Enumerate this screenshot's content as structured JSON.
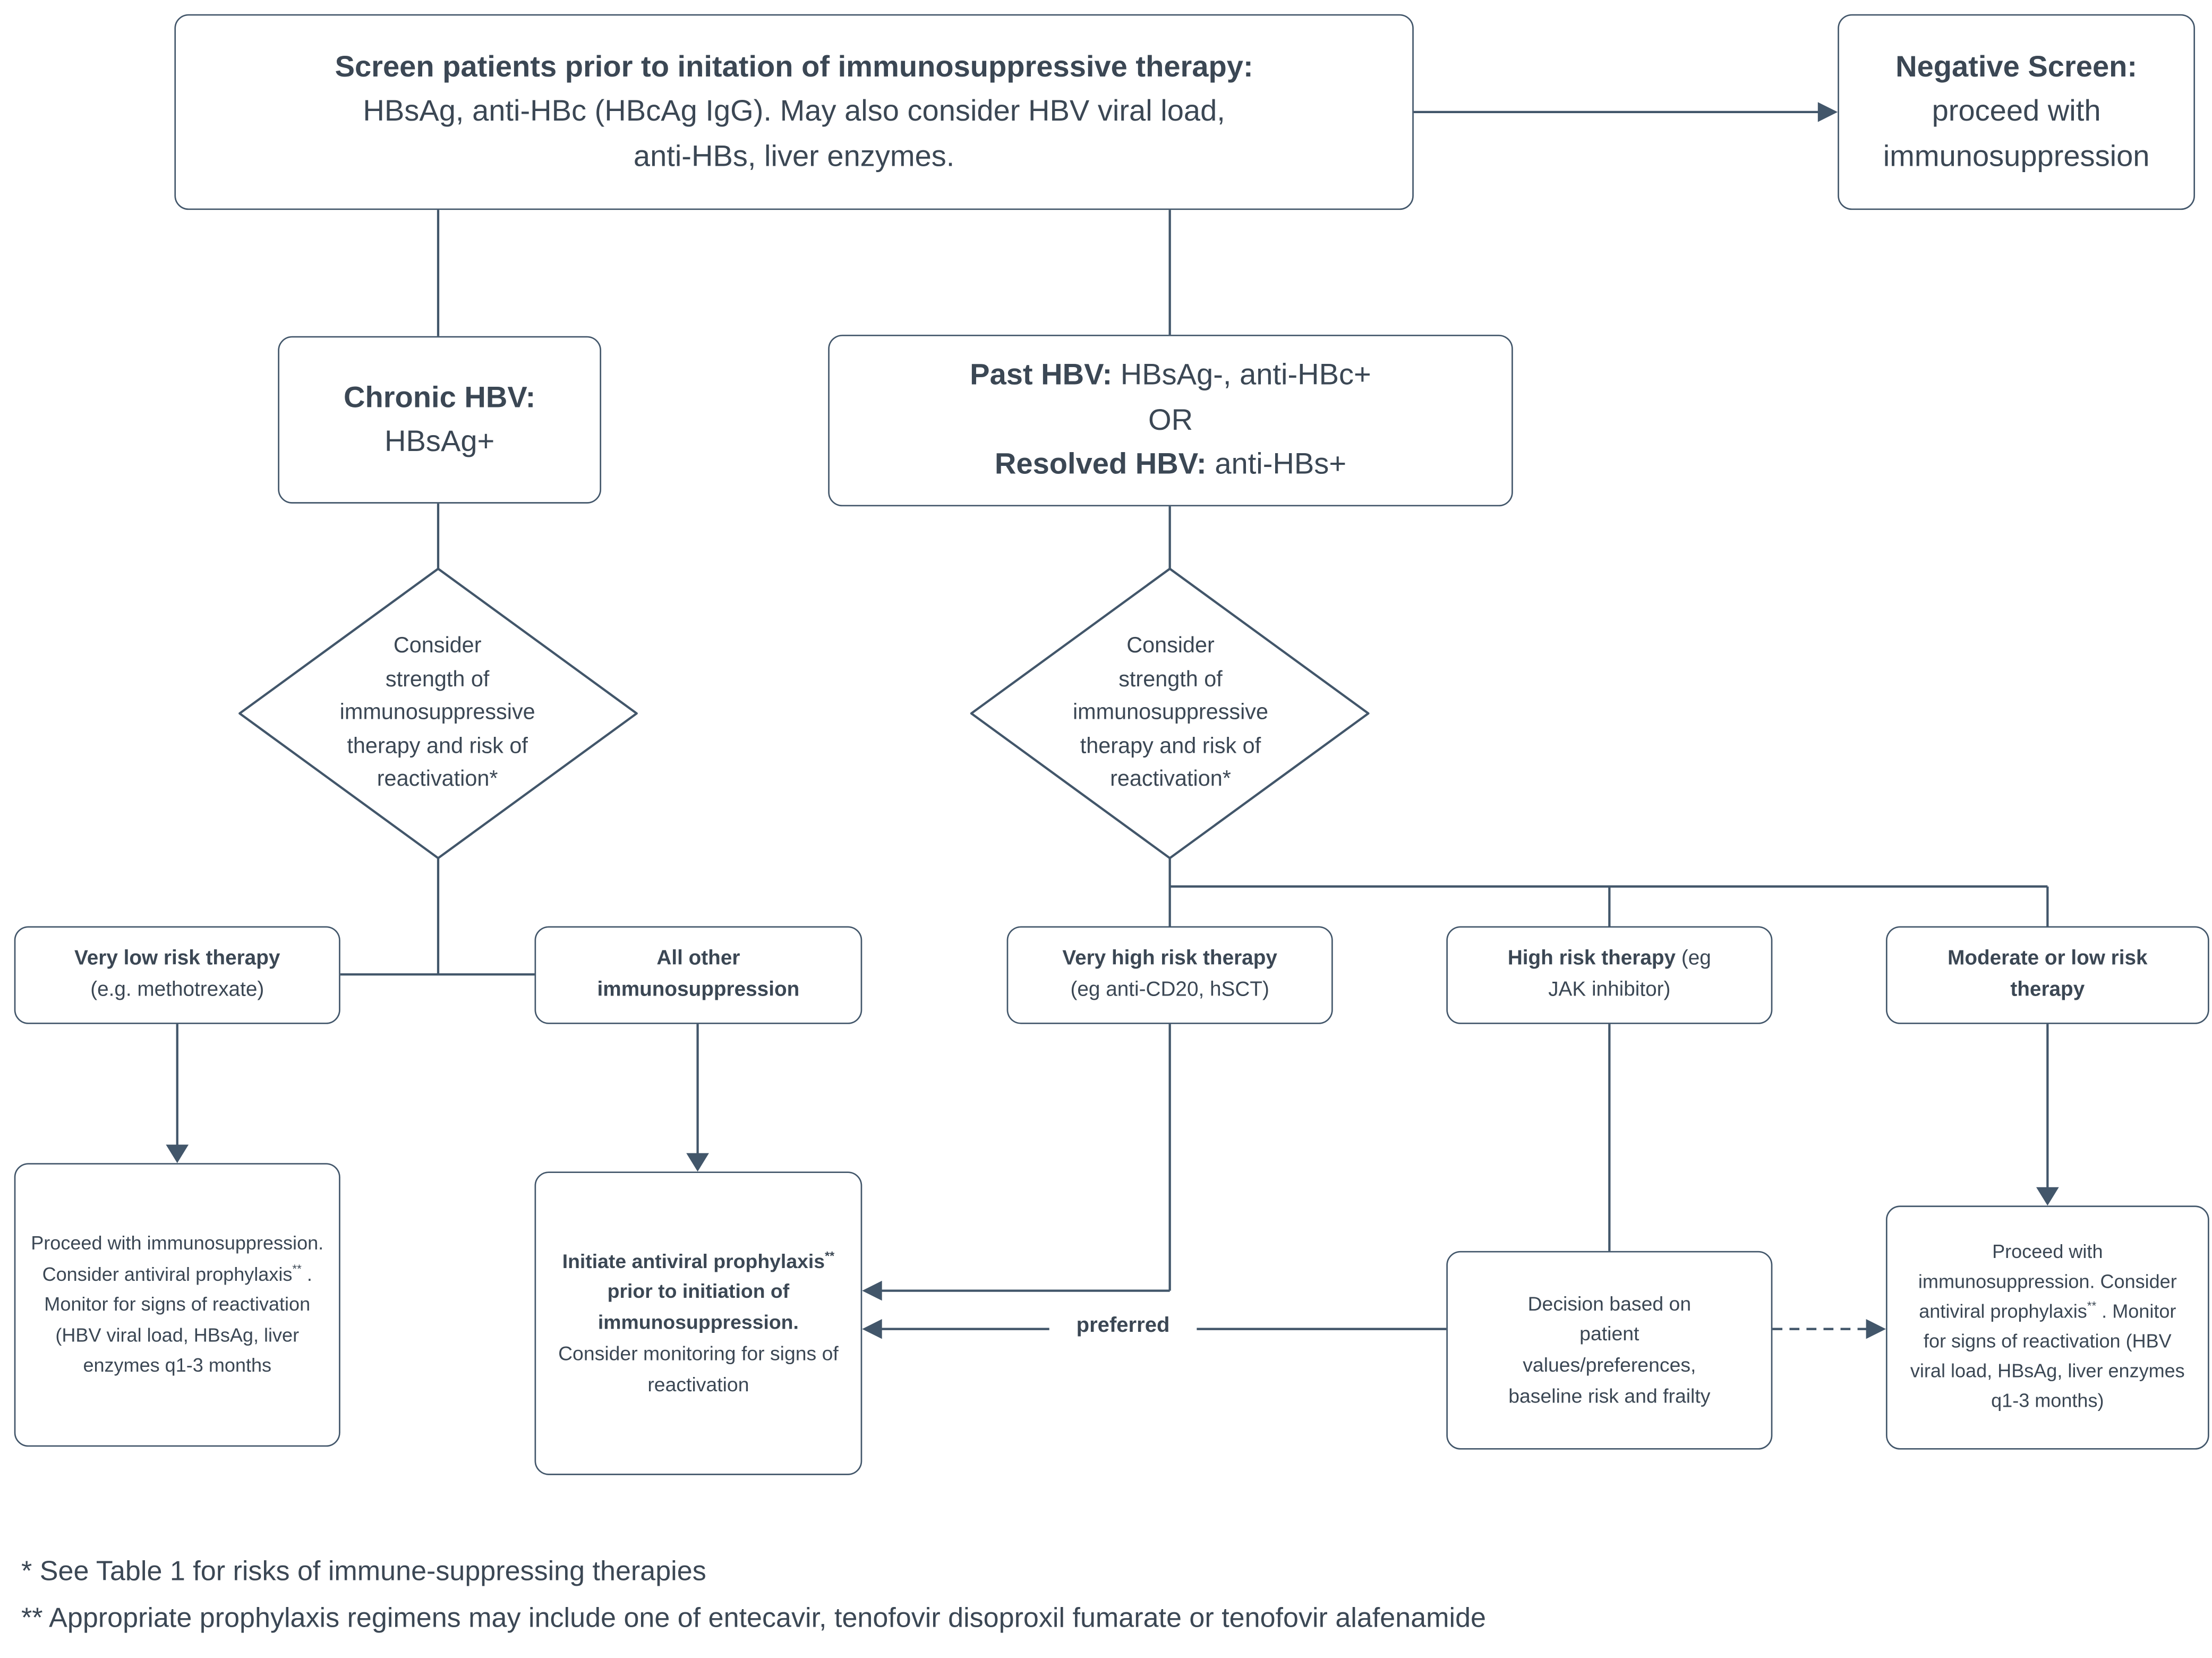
{
  "flowchart": {
    "colors": {
      "line": "#42566a",
      "text": "#3b4754",
      "background": "#ffffff"
    },
    "screen_box": {
      "title": "Screen patients prior to initation of immunosuppressive therapy:",
      "lines": [
        "HBsAg, anti-HBc (HBcAg IgG). May also consider HBV viral load,",
        "anti-HBs, liver enzymes."
      ]
    },
    "negative_box": {
      "title": "Negative Screen:",
      "lines": [
        "proceed with",
        "immunosuppression"
      ]
    },
    "chronic_box": {
      "title": "Chronic HBV:",
      "value": "HBsAg+"
    },
    "past_box": {
      "line1_bold": "Past HBV:",
      "line1_rest": " HBsAg-, anti-HBc+",
      "line2": "OR",
      "line3_bold": "Resolved HBV:",
      "line3_rest": " anti-HBs+"
    },
    "diamond_left": {
      "lines": [
        "Consider",
        "strength of",
        "immunosuppressive",
        "therapy and risk of",
        "reactivation*"
      ]
    },
    "diamond_right": {
      "lines": [
        "Consider",
        "strength of",
        "immunosuppressive",
        "therapy and risk of",
        "reactivation*"
      ]
    },
    "very_low_box": {
      "bold": "Very low risk therapy",
      "normal": "(e.g. methotrexate)"
    },
    "all_other_box": {
      "lines": [
        "All other",
        "immunosuppression"
      ]
    },
    "very_high_box": {
      "bold": "Very high risk therapy",
      "normal": "(eg anti-CD20, hSCT)"
    },
    "high_box": {
      "bold": "High risk therapy",
      "rest": " (eg",
      "line2": "JAK inhibitor)"
    },
    "moderate_box": {
      "lines": [
        "Moderate or low risk",
        "therapy"
      ]
    },
    "proceed_left_box": {
      "part1": "Proceed with immunosuppression. Consider antiviral prophylaxis",
      "sup": "**",
      "part2": " . Monitor for signs of reactivation (HBV viral load, HBsAg, liver enzymes q1-3 months"
    },
    "initiate_box": {
      "bold1": "Initiate antiviral prophylaxis",
      "sup": "**",
      "bold2": " prior to initiation of immunosuppression.",
      "normal": "Consider monitoring for signs of reactivation"
    },
    "decision_box": {
      "lines": [
        "Decision based on",
        "patient",
        "values/preferences,",
        "baseline risk and frailty"
      ]
    },
    "proceed_right_box": {
      "part1": "Proceed with immunosuppression. Consider antiviral prophylaxis",
      "sup": "**",
      "part2": " . Monitor for signs of reactivation (HBV viral load, HBsAg, liver enzymes q1-3 months)"
    },
    "preferred_label": "preferred",
    "footnotes": {
      "f1": "* See Table 1 for risks of immune-suppressing therapies",
      "f2": "** Appropriate prophylaxis regimens may include one of entecavir, tenofovir disoproxil fumarate or tenofovir alafenamide"
    }
  }
}
